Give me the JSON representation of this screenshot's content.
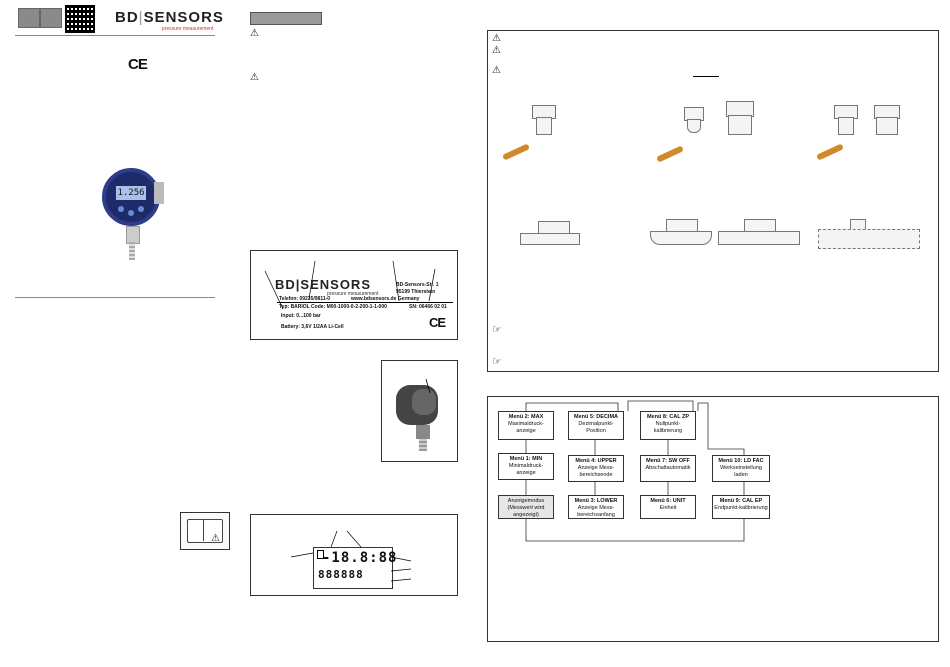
{
  "header": {
    "brand_left": "BD",
    "brand_sep": "|",
    "brand_right": "SENSORS",
    "brand_sub": "pressure measurement",
    "ce_mark": "CE"
  },
  "gauge": {
    "display": "1.256"
  },
  "warnings": {
    "symbol": "⚠"
  },
  "label": {
    "brand": "BD|SENSORS",
    "sub": "pressure measurement",
    "addr1": "BD-Sensors-Str. 1",
    "addr2": "95199 Thierstein",
    "phone": "Telefon: 09235/9811-0",
    "web": "www.bdsensors.de  Germany",
    "type_row": "Typ: BARIOL  Code: M00-1000-0-2-200-1-1-000",
    "sn_row": "SN: 06466 02 01",
    "input_row": "Input:     0...100 bar",
    "battery_row": "Battery:   3,6V 1/2AA Li-Cell",
    "ce": "CE"
  },
  "lcd_display": {
    "top": "-18.8:88",
    "bottom": "888888"
  },
  "notes": {
    "hand": "☞"
  },
  "menu": [
    {
      "title": "Menü 2: MAX",
      "desc": "Maximaldruck-anzeige"
    },
    {
      "title": "Menü 1: MIN",
      "desc": "Minimaldruck-anzeige"
    },
    {
      "title": "Anzeigemodus",
      "desc": "(Messwert wird angezeigt)"
    },
    {
      "title": "Menü 5: DECIMA",
      "desc": "Dezimalpunkt-Position"
    },
    {
      "title": "Menü 4: UPPER",
      "desc": "Anzeige Mess-bereichsende"
    },
    {
      "title": "Menü 3: LOWER",
      "desc": "Anzeige Mess-bereichsanfang"
    },
    {
      "title": "Menü 8: CAL ZP",
      "desc": "Nullpunkt-kalibrierung"
    },
    {
      "title": "Menü 7: SW OFF",
      "desc": "Abschaltautomatik"
    },
    {
      "title": "Menü 6: UNIT",
      "desc": "Einheit"
    },
    {
      "title": "Menü 10: LD FAC",
      "desc": "Werkseinstellung laden"
    },
    {
      "title": "Menü 9: CAL EP",
      "desc": "Endpunkt-kalibrierung"
    }
  ]
}
